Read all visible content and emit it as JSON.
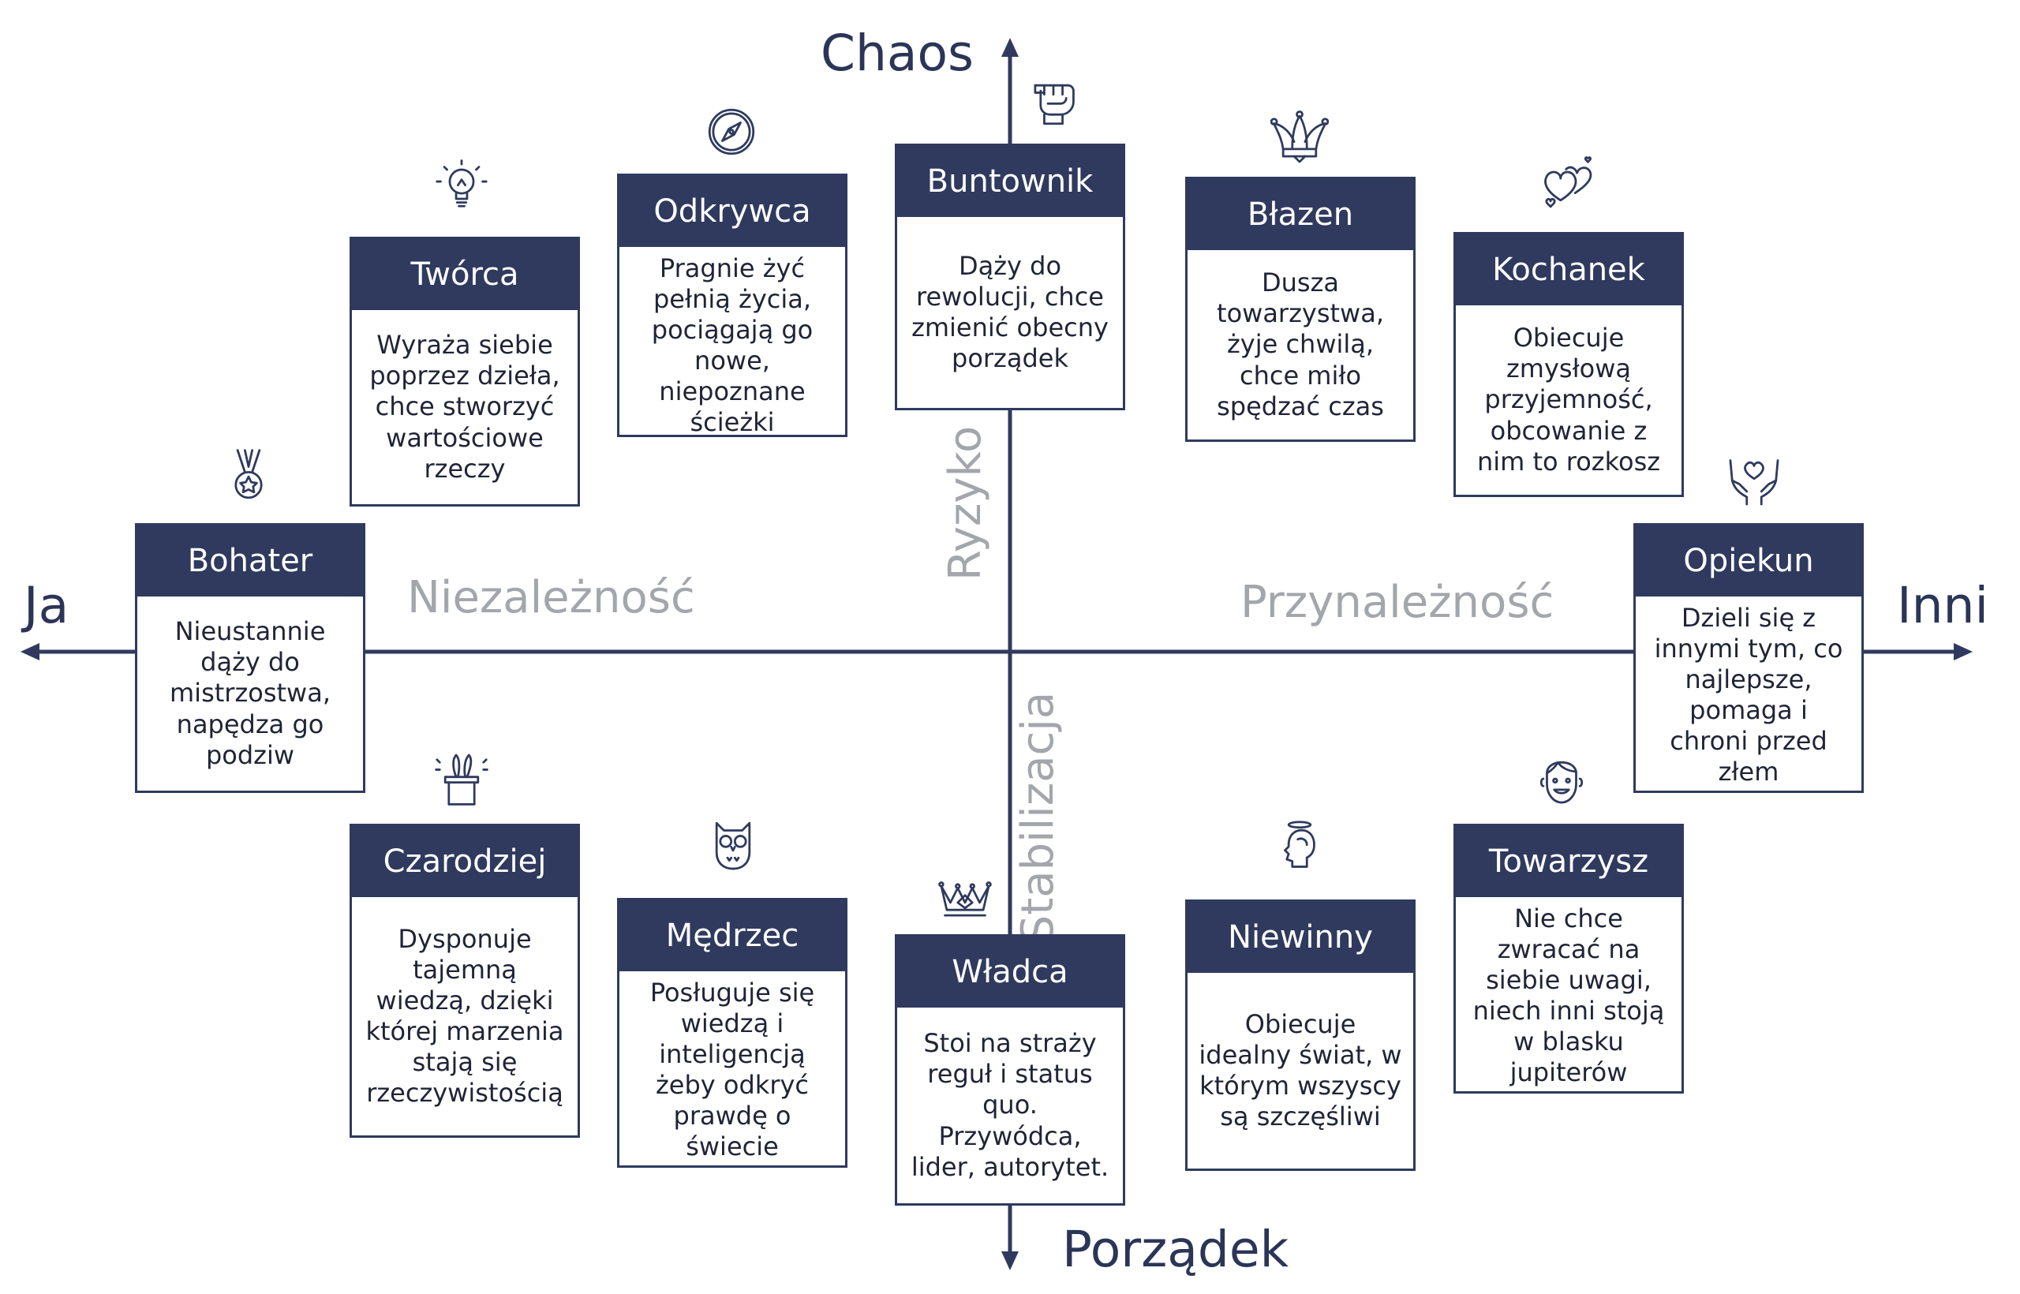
{
  "axes": {
    "top": "Chaos",
    "bottom": "Porządek",
    "left": "Ja",
    "right": "Inni",
    "left_mid": "Niezależność",
    "right_mid": "Przynależność",
    "upper_mid": "Ryzyko",
    "lower_mid": "Stabilizacja"
  },
  "colors": {
    "navy": "#2f3a5e",
    "muted_text": "#a3a6ab"
  },
  "archetypes": {
    "tworca": {
      "title": "Twórca",
      "desc": "Wyraża siebie poprzez dzieła, chce stworzyć wartościowe rzeczy",
      "icon": "lightbulb-icon"
    },
    "odkrywca": {
      "title": "Odkrywca",
      "desc": "Pragnie żyć pełnią życia, pociągają go nowe, niepoznane ścieżki",
      "icon": "compass-icon"
    },
    "buntownik": {
      "title": "Buntownik",
      "desc": "Dąży do rewolucji, chce zmienić obecny porządek",
      "icon": "fist-icon"
    },
    "blazen": {
      "title": "Błazen",
      "desc": "Dusza towarzystwa, żyje chwilą, chce miło spędzać czas",
      "icon": "jester-hat-icon"
    },
    "kochanek": {
      "title": "Kochanek",
      "desc": "Obiecuje zmysłową przyjemność, obcowanie z nim to rozkosz",
      "icon": "hearts-icon"
    },
    "bohater": {
      "title": "Bohater",
      "desc": "Nieustannie dąży do mistrzostwa, napędza go podziw",
      "icon": "medal-icon"
    },
    "opiekun": {
      "title": "Opiekun",
      "desc": "Dzieli się z innymi tym, co najlepsze, pomaga i chroni przed złem",
      "icon": "caring-hands-icon"
    },
    "czarodziej": {
      "title": "Czarodziej",
      "desc": "Dysponuje tajemną wiedzą, dzięki której marzenia stają się rzeczywistością",
      "icon": "magic-hat-icon"
    },
    "medrzec": {
      "title": "Mędrzec",
      "desc": "Posługuje się wiedzą i inteligencją żeby odkryć prawdę o świecie",
      "icon": "owl-icon"
    },
    "wladca": {
      "title": "Władca",
      "desc": "Stoi na straży reguł i status quo. Przywódca, lider, autorytet.",
      "icon": "crown-icon"
    },
    "niewinny": {
      "title": "Niewinny",
      "desc": "Obiecuje idealny świat, w którym wszyscy są szczęśliwi",
      "icon": "halo-head-icon"
    },
    "towarzysz": {
      "title": "Towarzysz",
      "desc": "Nie chce zwracać na siebie uwagi, niech inni stoją w blasku jupiterów",
      "icon": "smiling-face-icon"
    }
  }
}
